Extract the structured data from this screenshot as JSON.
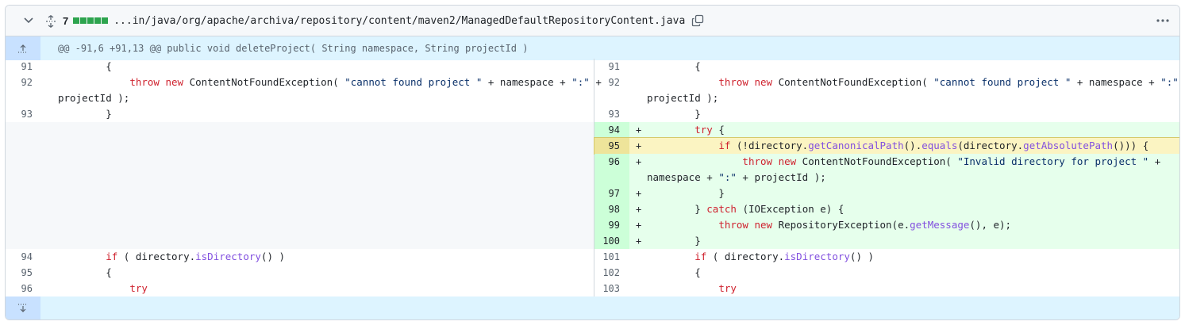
{
  "header": {
    "changes_count": "7",
    "file_path": "...in/java/org/apache/archiva/repository/content/maven2/ManagedDefaultRepositoryContent.java"
  },
  "hunk": {
    "text": "@@ -91,6 +91,13 @@ public void deleteProject( String namespace, String projectId )"
  },
  "colors": {
    "addition_bg": "#e6ffec",
    "addition_gutter": "#ccffd8",
    "hunk_bg": "#ddf4ff",
    "highlight_bg": "#fbf4c2",
    "keyword": "#cf222e",
    "string": "#0a3069",
    "function": "#8250df"
  },
  "left": {
    "top_numbers": [
      "91",
      "92",
      "93"
    ],
    "bottom_numbers": [
      "94",
      "95",
      "96"
    ]
  },
  "right": {
    "numbers": [
      "91",
      "92",
      "93",
      "94",
      "95",
      "96",
      "97",
      "98",
      "99",
      "100",
      "101",
      "102",
      "103"
    ],
    "plus": "+"
  },
  "code": {
    "brace_open": "{",
    "brace_close": "}",
    "throw_new": "throw new",
    "exc_ctor": " ContentNotFoundException( ",
    "str_cannot": "\"cannot found project \"",
    "plus_ns_plus": " + namespace + ",
    "str_colon": "\":\"",
    "plus": " +",
    "projectId_end": "projectId );",
    "try": "try",
    "try_brace": " {",
    "if": "if",
    "if_open": " (!directory.",
    "getCanonicalPath": "getCanonicalPath",
    "paren_dot": "().",
    "equals": "equals",
    "dir_dot": "(directory.",
    "getAbsolutePath": "getAbsolutePath",
    "if_close": "())) {",
    "str_invalid": "\"Invalid directory for project \"",
    "namespace_plus": "namespace + ",
    "plus_projectId_end": " + projectId );",
    "close_brace_space": "} ",
    "catch": "catch",
    "catch_args": " (IOException e) {",
    "repo_exc": " RepositoryException(e.",
    "getMessage": "getMessage",
    "repo_exc_end": "(), e);",
    "if_dir_open": " ( directory.",
    "isDirectory": "isDirectory",
    "if_dir_close": "() )"
  }
}
